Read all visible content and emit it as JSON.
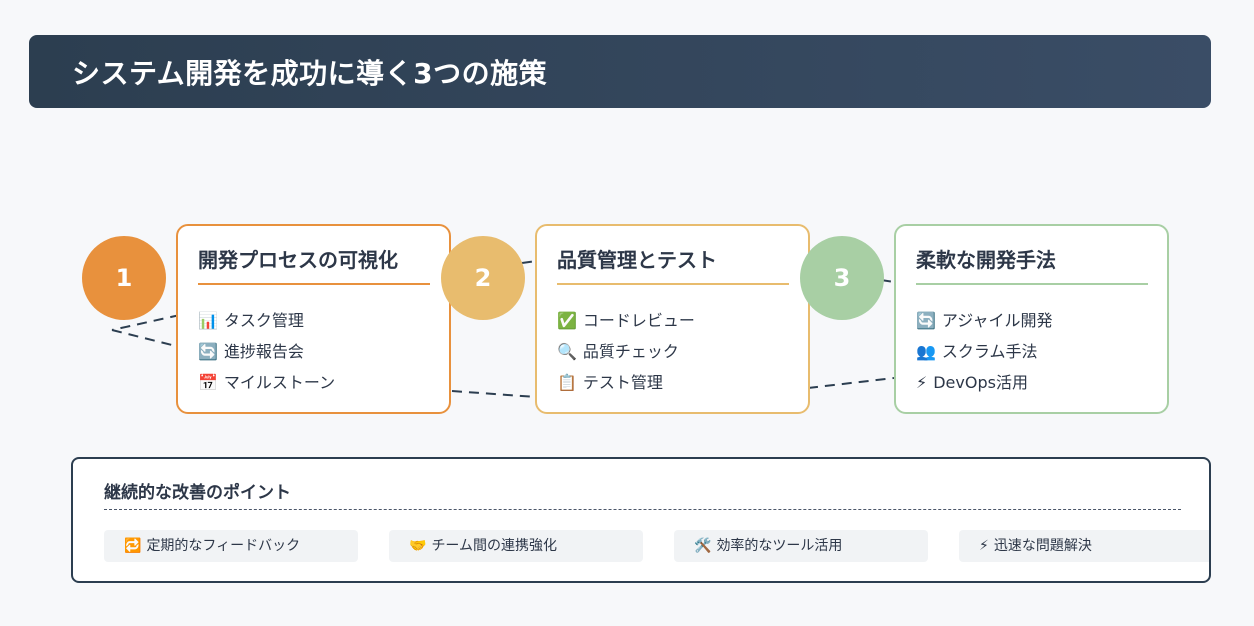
{
  "header": {
    "title": "システム開発を成功に導く3つの施策"
  },
  "steps": [
    {
      "number": "1",
      "title": "開発プロセスの可視化",
      "color": "#e8913d",
      "items": [
        {
          "icon": "📊",
          "icon_name": "bar-chart-icon",
          "label": "タスク管理"
        },
        {
          "icon": "🔄",
          "icon_name": "refresh-icon",
          "label": "進捗報告会"
        },
        {
          "icon": "📅",
          "icon_name": "calendar-icon",
          "label": "マイルストーン"
        }
      ]
    },
    {
      "number": "2",
      "title": "品質管理とテスト",
      "color": "#e8bc6e",
      "items": [
        {
          "icon": "✅",
          "icon_name": "check-icon",
          "label": "コードレビュー"
        },
        {
          "icon": "🔍",
          "icon_name": "magnifier-icon",
          "label": "品質チェック"
        },
        {
          "icon": "📋",
          "icon_name": "clipboard-icon",
          "label": "テスト管理"
        }
      ]
    },
    {
      "number": "3",
      "title": "柔軟な開発手法",
      "color": "#a8cfa4",
      "items": [
        {
          "icon": "🔄",
          "icon_name": "refresh-icon",
          "label": "アジャイル開発"
        },
        {
          "icon": "👥",
          "icon_name": "people-icon",
          "label": "スクラム手法"
        },
        {
          "icon": "⚡",
          "icon_name": "lightning-icon",
          "label": "DevOps活用"
        }
      ]
    }
  ],
  "points": {
    "title": "継続的な改善のポイント",
    "items": [
      {
        "icon": "🔁",
        "icon_name": "repeat-icon",
        "label": "定期的なフィードバック"
      },
      {
        "icon": "🤝",
        "icon_name": "handshake-icon",
        "label": "チーム間の連携強化"
      },
      {
        "icon": "🛠️",
        "icon_name": "tools-icon",
        "label": "効率的なツール活用"
      },
      {
        "icon": "⚡",
        "icon_name": "lightning-icon",
        "label": "迅速な問題解決"
      }
    ]
  },
  "colors": {
    "header_bg": "#2c3e50",
    "page_bg": "#f7f8fa",
    "connector": "#2c3e50"
  }
}
